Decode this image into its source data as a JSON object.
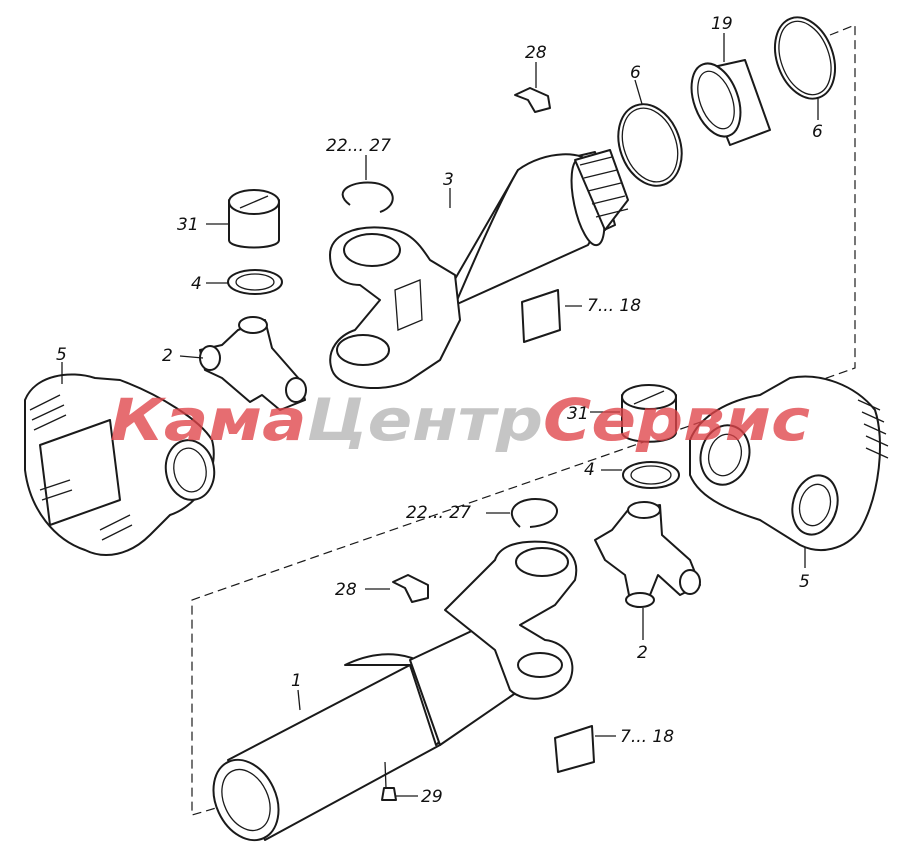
{
  "labels": {
    "l1": "1",
    "l2a": "2",
    "l2b": "2",
    "l3": "3",
    "l4a": "4",
    "l4b": "4",
    "l5a": "5",
    "l5b": "5",
    "l6a": "6",
    "l6b": "6",
    "l19": "19",
    "l28a": "28",
    "l28b": "28",
    "l29": "29",
    "l31a": "31",
    "l31b": "31",
    "l22a": "22... 27",
    "l22b": "22... 27",
    "l7a": "7... 18",
    "l7b": "7... 18"
  },
  "watermark": {
    "part1": "Кама",
    "part2": "Центр",
    "part3": "Сервис",
    "color_red": "#e0454a",
    "color_grey": "#b5b5b5"
  }
}
